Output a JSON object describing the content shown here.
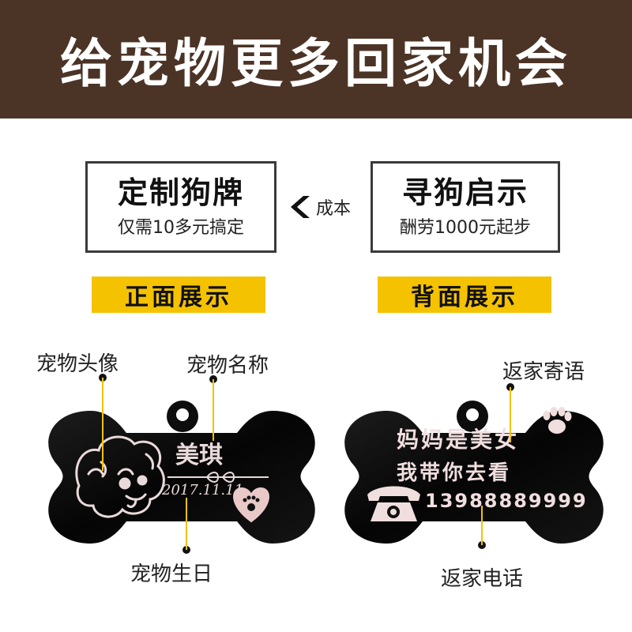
{
  "banner": {
    "title": "给宠物更多回家机会"
  },
  "left_box": {
    "title": "定制狗牌",
    "subtitle": "仅需10多元搞定"
  },
  "right_box": {
    "title": "寻狗启示",
    "subtitle": "酬劳1000元起步"
  },
  "compare": {
    "label": "成本",
    "icon": "chevron-left-icon"
  },
  "front_label": "正面展示",
  "back_label": "背面展示",
  "front_tag": {
    "name": "美琪",
    "date": "2017.11.11",
    "annotations": {
      "avatar": "宠物头像",
      "name": "宠物名称",
      "birthday": "宠物生日"
    }
  },
  "back_tag": {
    "line1": "妈妈是美女",
    "line2": "我带你去看",
    "phone": "13988889999",
    "annotations": {
      "message": "返家寄语",
      "phone": "返家电话"
    }
  },
  "colors": {
    "banner_bg": "#4b3426",
    "label_yellow": "#f5c200",
    "engraving": "#e9c8c8",
    "tag_black": "#0d0d0d"
  }
}
